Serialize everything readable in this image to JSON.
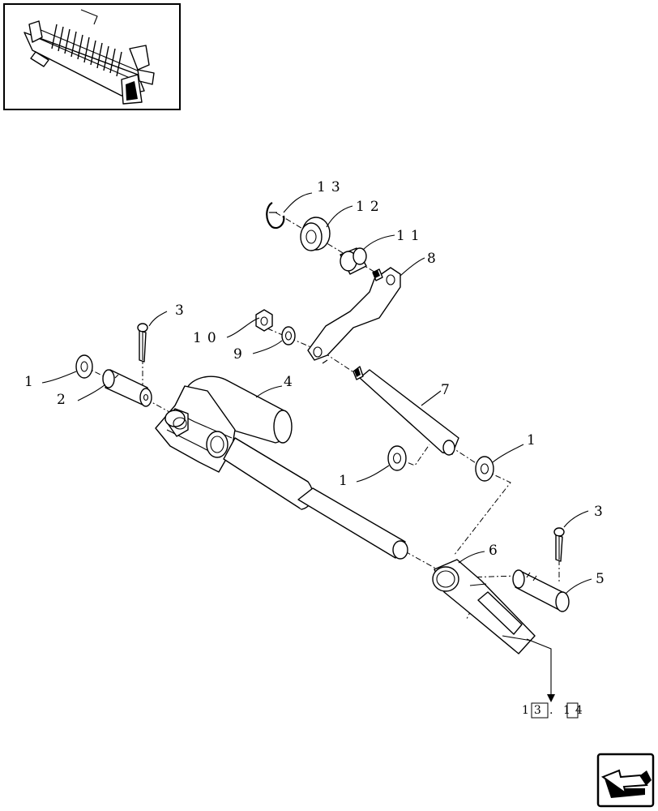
{
  "thumbnail": {
    "icon": "baler-pickup-assembly-thumbnail"
  },
  "callouts": {
    "c13": "13",
    "c12": "12",
    "c11": "11",
    "c8": "8",
    "c3a": "3",
    "c10": "10",
    "c9": "9",
    "c4": "4",
    "c7": "7",
    "c1a": "1",
    "c2": "2",
    "c1b": "1",
    "c1c": "1",
    "c3b": "3",
    "c6": "6",
    "c5": "5"
  },
  "reference": {
    "left": "13",
    "dot": ".",
    "right": "14"
  },
  "nav": {
    "icon": "previous-page-arrow-icon"
  }
}
